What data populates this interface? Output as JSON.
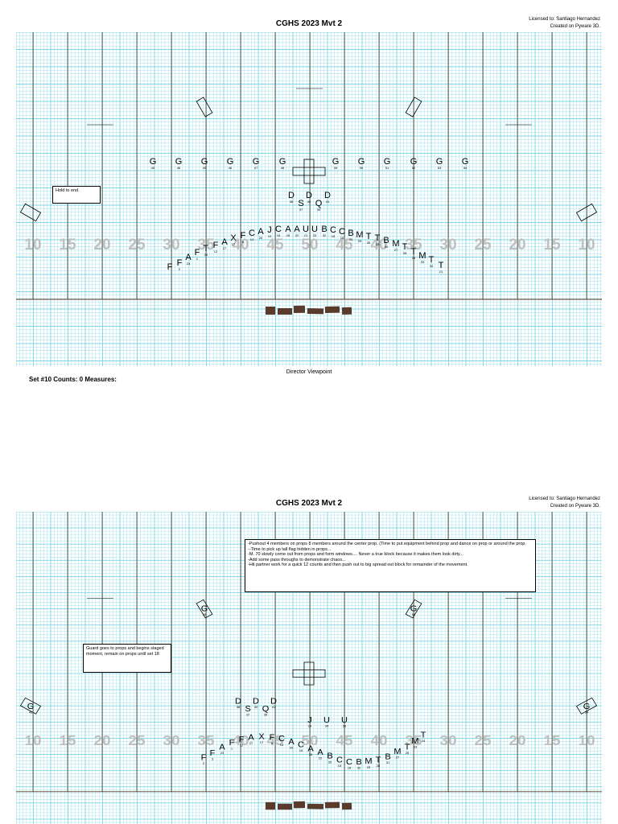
{
  "pages": [
    {
      "title": "CGHS 2023 Mvt 2",
      "license_line1": "Licensed to: Santiago Hernandez",
      "license_line2": "Created on Pyware 3D.",
      "viewpoint_label": "Director Viewpoint",
      "set_info": "Set #10   Counts: 0   Measures:",
      "notes": [
        {
          "id": "hold-note",
          "lines": [
            "Hold to end."
          ]
        }
      ]
    },
    {
      "title": "CGHS 2023 Mvt 2",
      "license_line1": "Licensed to: Santiago Hernandez",
      "license_line2": "Created on Pyware 3D.",
      "notes": [
        {
          "id": "main-note",
          "lines": [
            "-Pushout 4 members on props 8 members around the center prop. (Time to put equipment behind prop and dance on prop or around the prop.",
            "--Time to pick up tall flag hidden in props...",
            "-M. 70 slowly come out from props and form windows.... Never a true block because it makes them look dirty...",
            "-Add some pass throughs to demonstrate chaos...",
            "-Hit partner work for a quick 12 counts and then push out to big spread out block for remainder of the movement."
          ]
        },
        {
          "id": "guard-note",
          "lines": [
            "Guard goes to props and begins staged moment, remain on props until set 18"
          ]
        }
      ]
    }
  ],
  "yard_labels": [
    "10",
    "15",
    "20",
    "25",
    "30",
    "35",
    "40",
    "45",
    "50",
    "45",
    "40",
    "35",
    "30",
    "25",
    "20",
    "15",
    "10"
  ],
  "colors": {
    "grid_minor": "#7fd6e6",
    "grid_major": "#5b3a1e",
    "yard_text": "#bfbfbf",
    "background": "#ffffff"
  },
  "page1_markers": {
    "guard_row": [
      {
        "l": "G",
        "n": "45"
      },
      {
        "l": "G",
        "n": "46"
      },
      {
        "l": "G",
        "n": "45"
      },
      {
        "l": "G",
        "n": "46"
      },
      {
        "l": "G",
        "n": "47"
      },
      {
        "l": "G",
        "n": "48"
      },
      {
        "l": "G",
        "n": "49"
      },
      {
        "l": "G",
        "n": "50"
      },
      {
        "l": "G",
        "n": "51"
      },
      {
        "l": "G",
        "n": "52"
      },
      {
        "l": "G",
        "n": "53"
      },
      {
        "l": "G",
        "n": "54"
      }
    ],
    "dsq": [
      {
        "l": "D",
        "n": "38"
      },
      {
        "l": "S",
        "n": "37"
      },
      {
        "l": "D",
        "n": "40"
      },
      {
        "l": "Q",
        "n": "39"
      },
      {
        "l": "D",
        "n": "41"
      }
    ],
    "arc": [
      {
        "l": "F",
        "n": ""
      },
      {
        "l": "F",
        "n": "2"
      },
      {
        "l": "A",
        "n": "23"
      },
      {
        "l": "F",
        "n": "1"
      },
      {
        "l": "T",
        "n": "24"
      },
      {
        "l": "F",
        "n": "12"
      },
      {
        "l": "A",
        "n": "27"
      },
      {
        "l": "X",
        "n": "17"
      },
      {
        "l": "F",
        "n": "6"
      },
      {
        "l": "C",
        "n": "14"
      },
      {
        "l": "A",
        "n": "20"
      },
      {
        "l": "J",
        "n": "19"
      },
      {
        "l": "C",
        "n": "16"
      },
      {
        "l": "A",
        "n": "26"
      },
      {
        "l": "A",
        "n": "22"
      },
      {
        "l": "U",
        "n": "21"
      },
      {
        "l": "U",
        "n": "33"
      },
      {
        "l": "B",
        "n": "32"
      },
      {
        "l": "C",
        "n": "15"
      },
      {
        "l": "C",
        "n": "18"
      },
      {
        "l": "B",
        "n": "31"
      },
      {
        "l": "M",
        "n": "29"
      },
      {
        "l": "T",
        "n": "30"
      },
      {
        "l": "T",
        "n": "28"
      },
      {
        "l": "B",
        "n": "34"
      },
      {
        "l": "M",
        "n": "27"
      },
      {
        "l": "T",
        "n": "35"
      },
      {
        "l": "T",
        "n": "25"
      },
      {
        "l": "M",
        "n": "33"
      },
      {
        "l": "T",
        "n": "24"
      },
      {
        "l": "T",
        "n": "21"
      }
    ]
  },
  "page2_markers": {
    "guard_pairs": [
      {
        "l": "G",
        "n": "48"
      },
      {
        "l": "G",
        "n": "53"
      }
    ],
    "guard_side": [
      {
        "l": "G",
        "n": "45"
      },
      {
        "l": "G",
        "n": "54"
      }
    ],
    "dsq": [
      {
        "l": "D",
        "n": "38"
      },
      {
        "l": "S",
        "n": "37"
      },
      {
        "l": "D",
        "n": "40"
      },
      {
        "l": "Q",
        "n": "39"
      },
      {
        "l": "D",
        "n": "41"
      }
    ],
    "juu": [
      {
        "l": "J",
        "n": "19"
      },
      {
        "l": "U",
        "n": "34"
      },
      {
        "l": "U",
        "n": "33"
      }
    ],
    "arc": [
      {
        "l": "F",
        "n": "2"
      },
      {
        "l": "F",
        "n": "3"
      },
      {
        "l": "A",
        "n": "23"
      },
      {
        "l": "F",
        "n": "1"
      },
      {
        "l": "F",
        "n": "12"
      },
      {
        "l": "A",
        "n": "27"
      },
      {
        "l": "X",
        "n": "17"
      },
      {
        "l": "F",
        "n": "6"
      },
      {
        "l": "C",
        "n": "14"
      },
      {
        "l": "A",
        "n": "20"
      },
      {
        "l": "C",
        "n": "16"
      },
      {
        "l": "A",
        "n": "26"
      },
      {
        "l": "A",
        "n": "22"
      },
      {
        "l": "B",
        "n": "30"
      },
      {
        "l": "C",
        "n": "15"
      },
      {
        "l": "C",
        "n": "18"
      },
      {
        "l": "B",
        "n": "32"
      },
      {
        "l": "M",
        "n": "29"
      },
      {
        "l": "T",
        "n": "28"
      },
      {
        "l": "B",
        "n": "31"
      },
      {
        "l": "M",
        "n": "27"
      },
      {
        "l": "T",
        "n": "25"
      },
      {
        "l": "M",
        "n": "33"
      },
      {
        "l": "T",
        "n": "24"
      }
    ]
  }
}
